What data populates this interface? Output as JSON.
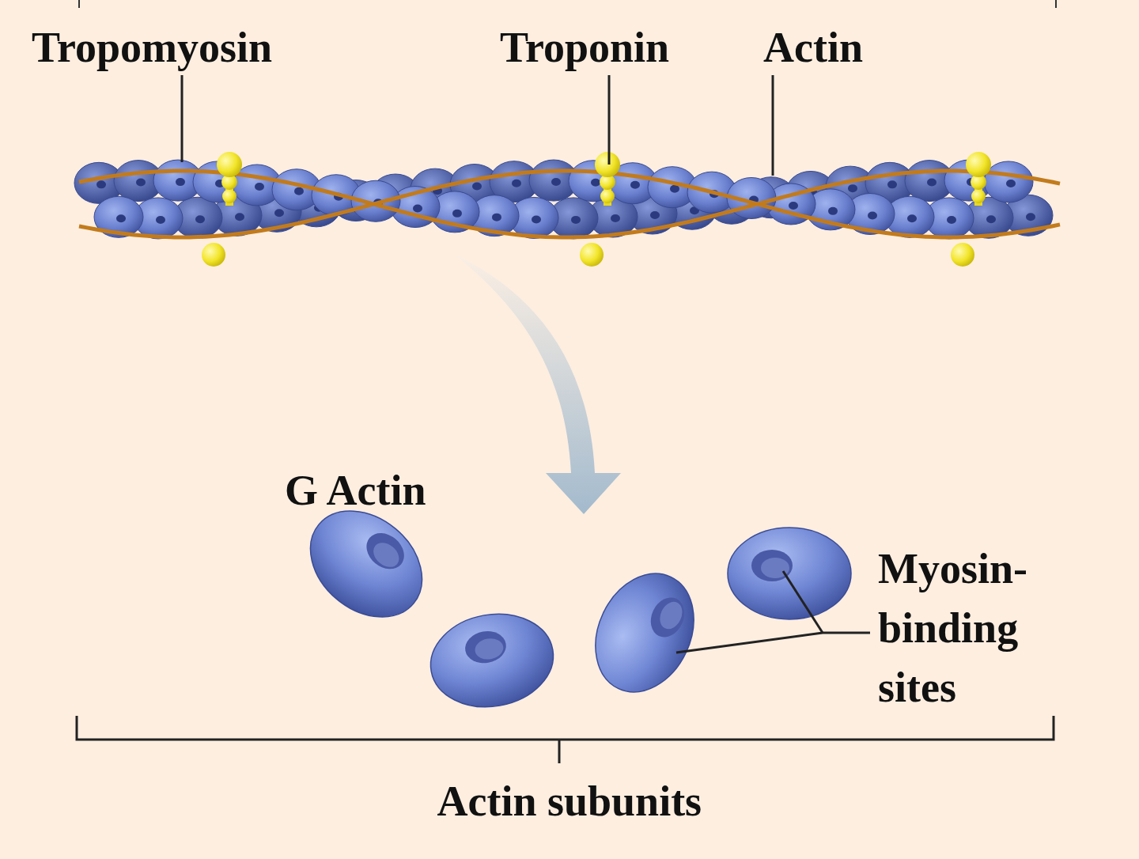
{
  "diagram": {
    "labels": [
      "Tropomyosin",
      "Troponin",
      "Actin",
      "G Actin",
      "Myosin-binding sites",
      "Actin subunits"
    ]
  }
}
